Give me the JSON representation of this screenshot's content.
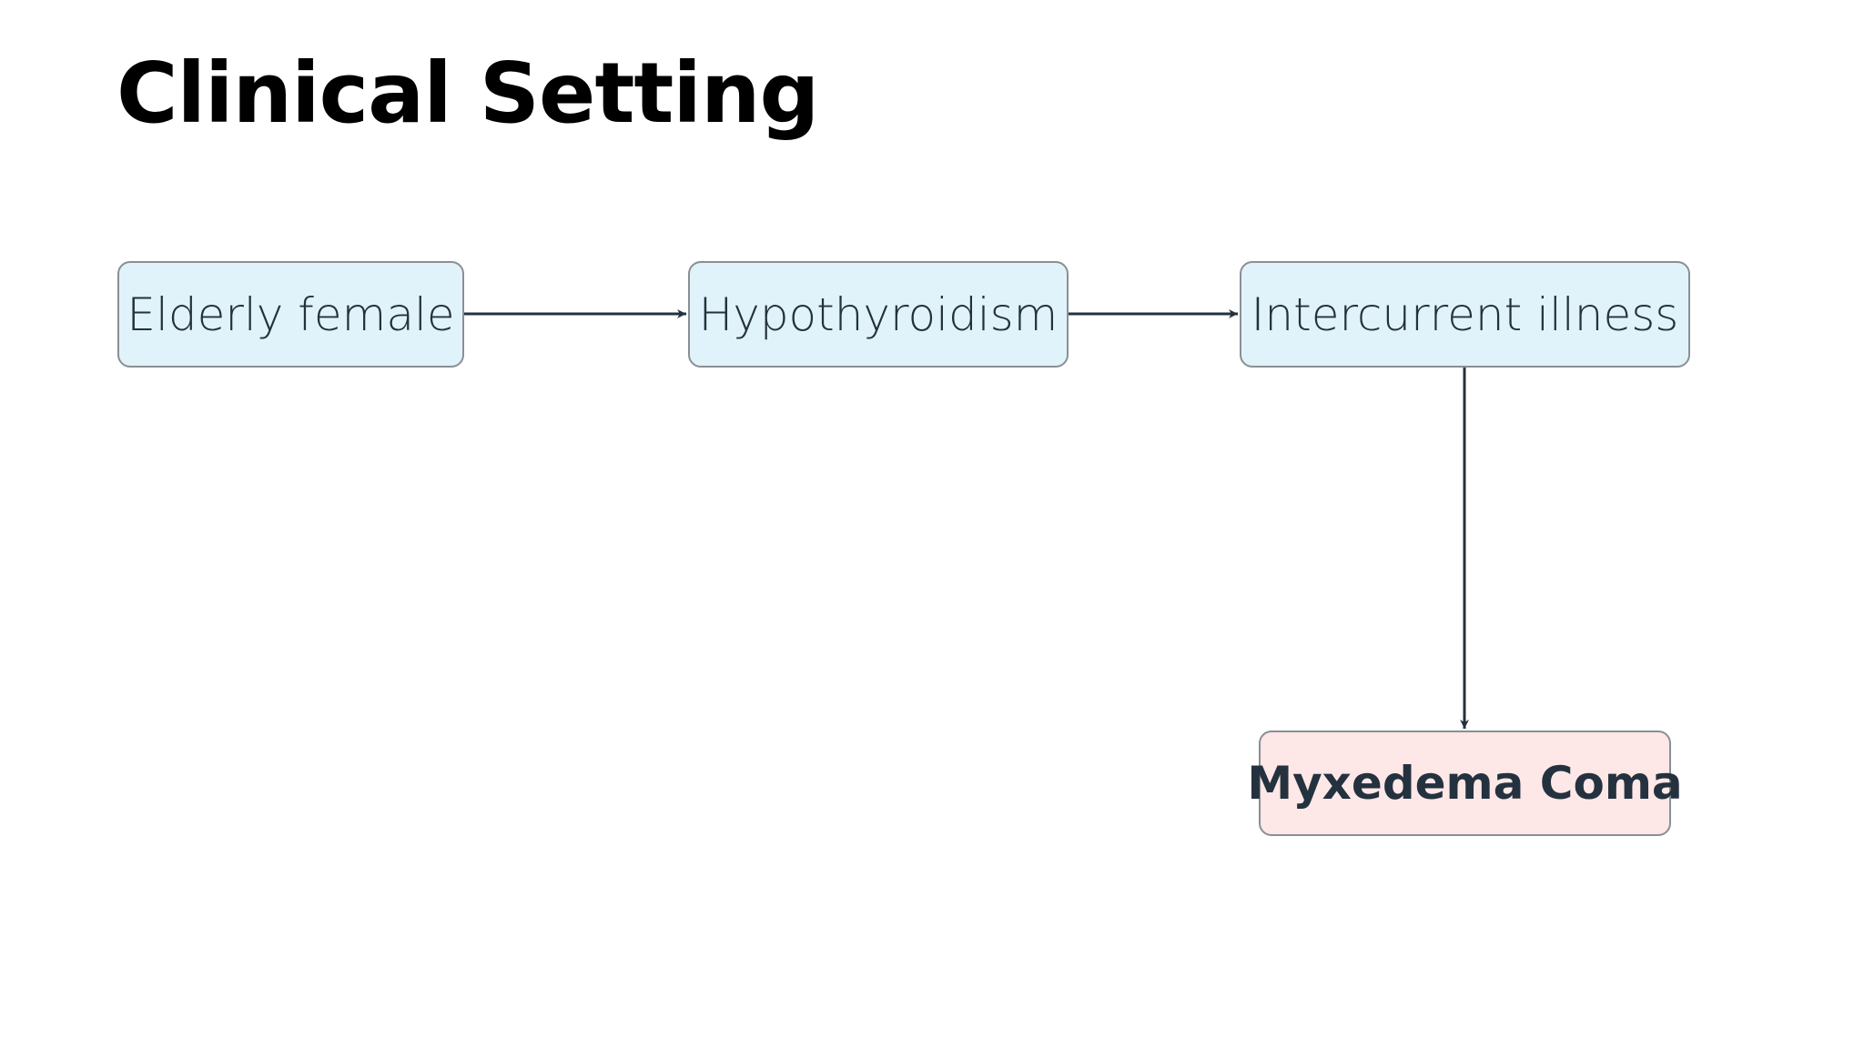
{
  "slide": {
    "title": "Clinical Setting"
  },
  "colors": {
    "node_fill": "#e1f3fa",
    "outcome_fill": "#fde7e7",
    "node_border": "#8a8f94",
    "text": "#24313f",
    "arrow": "#24313f"
  },
  "flow": {
    "nodes": [
      {
        "label": "Elderly female"
      },
      {
        "label": "Hypothyroidism"
      },
      {
        "label": "Intercurrent illness"
      },
      {
        "label": "Myxedema Coma"
      }
    ]
  }
}
